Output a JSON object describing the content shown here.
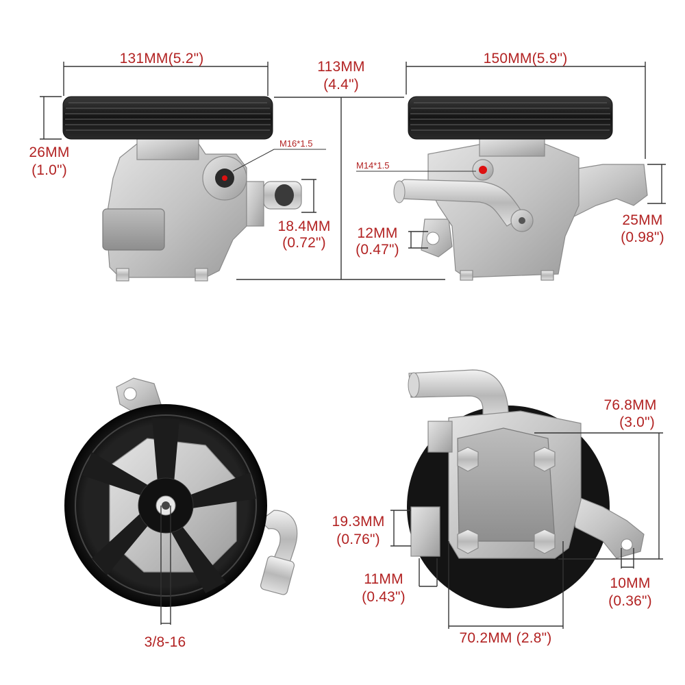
{
  "dimensions": {
    "top_left_width": "131MM(5.2\")",
    "top_left_height_mm": "26MM",
    "top_left_height_in": "(1.0\")",
    "top_left_thread": "M16*1.5",
    "top_left_port_mm": "18.4MM",
    "top_left_port_in": "(0.72\")",
    "center_height_mm": "113MM",
    "center_height_in": "(4.4\")",
    "top_right_width": "150MM(5.9\")",
    "top_right_thread": "M14*1.5",
    "top_right_hole_mm": "12MM",
    "top_right_hole_in": "(0.47\")",
    "top_right_bracket_mm": "25MM",
    "top_right_bracket_in": "(0.98\")",
    "bottom_left_thread": "3/8-16",
    "bottom_right_height_mm": "76.8MM",
    "bottom_right_height_in": "(3.0\")",
    "bottom_right_tab_mm": "19.3MM",
    "bottom_right_tab_in": "(0.76\")",
    "bottom_right_slot_mm": "11MM",
    "bottom_right_slot_in": "(0.43\")",
    "bottom_right_hole_mm": "10MM",
    "bottom_right_hole_in": "(0.36\")",
    "bottom_right_width": "70.2MM (2.8\")"
  },
  "colors": {
    "label": "#b22222",
    "leader": "#333333",
    "pulley": "#1a1a1a",
    "metal": "#c8c8c8"
  }
}
